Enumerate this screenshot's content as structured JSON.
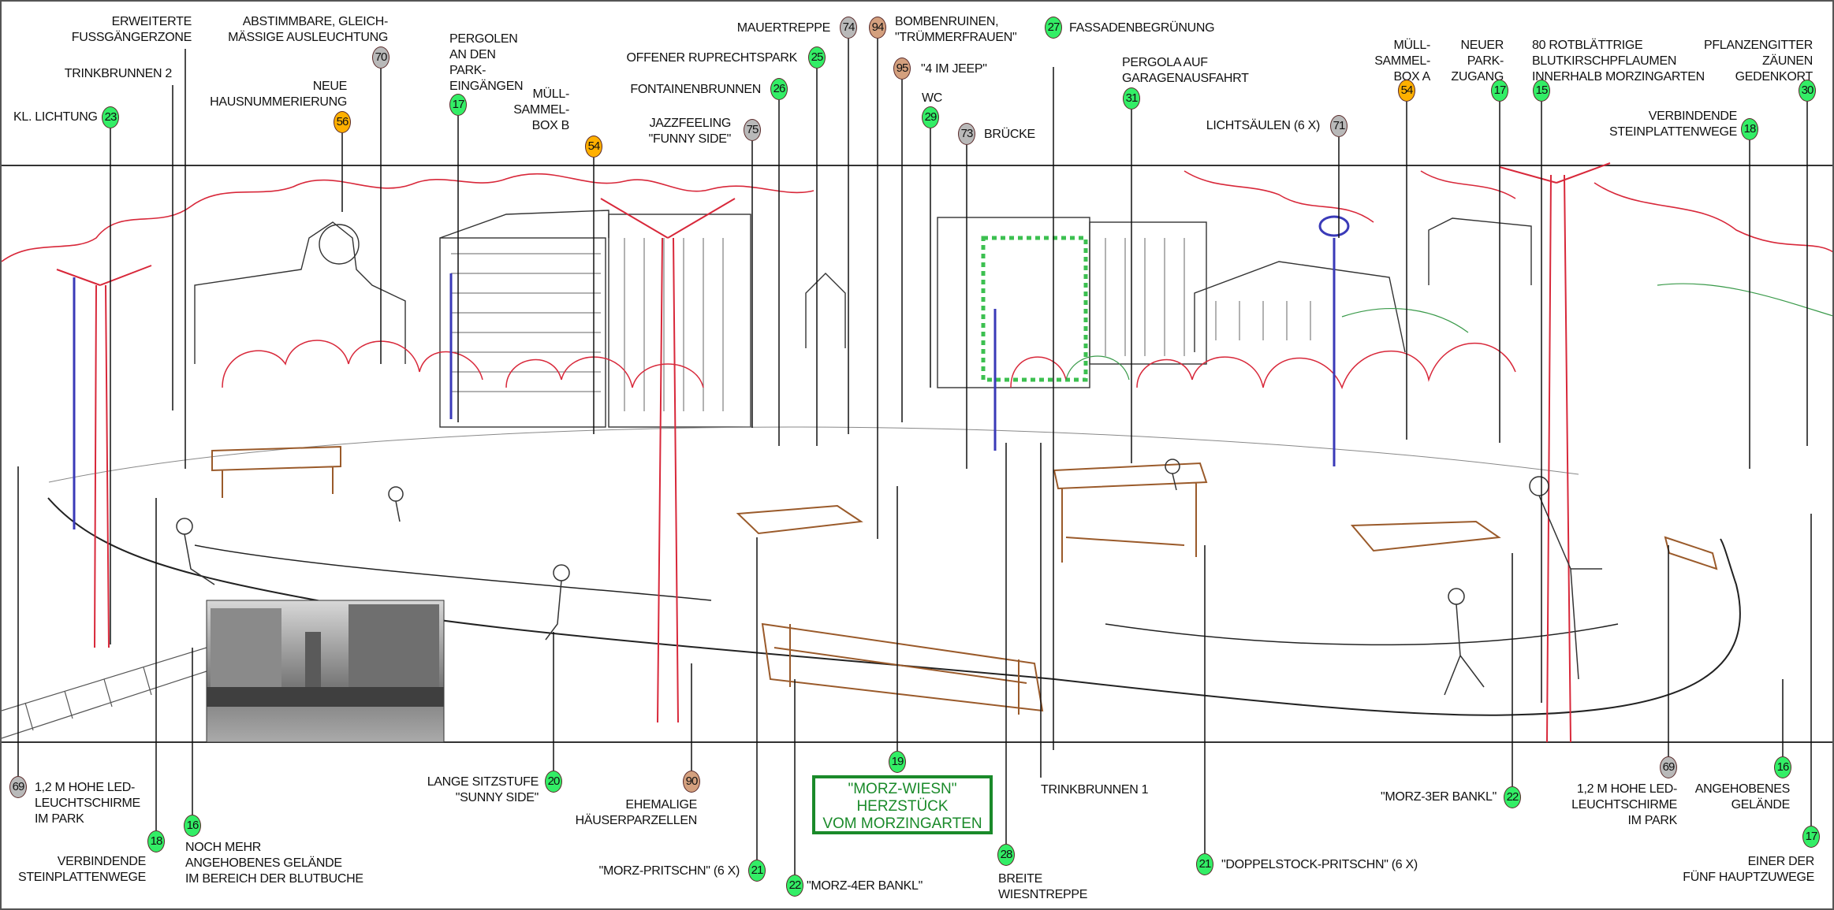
{
  "colors": {
    "green": "#33ee66",
    "orange": "#ffb000",
    "gray": "#b9b9b9",
    "brown": "#d4a07e",
    "highlight": "#1a8a2a",
    "tree": "#d8283a",
    "lamp": "#3a3ab8",
    "wood": "#9a5a2a"
  },
  "top": [
    {
      "text": "ERWEITERTE\nFUSSGÄNGERZONE"
    },
    {
      "text": "TRINKBRUNNEN  2"
    },
    {
      "num": "23",
      "color": "green",
      "text": "KL. LICHTUNG"
    },
    {
      "num": "70",
      "color": "gray",
      "text": "ABSTIMMBARE, GLEICH-\nMÄSSIGE  AUSLEUCHTUNG"
    },
    {
      "num": "56",
      "color": "orange",
      "text": "NEUE\nHAUSNUMMERIERUNG"
    },
    {
      "num": "17",
      "color": "green",
      "text": "PERGOLEN\nAN  DEN\nPARK-\nEINGÄNGEN"
    },
    {
      "num": "54",
      "color": "orange",
      "text": "MÜLL-\nSAMMEL-\nBOX  B"
    },
    {
      "num": "74",
      "color": "gray",
      "text": "MAUERTREPPE"
    },
    {
      "num": "94",
      "color": "brown",
      "text": "BOMBENRUINEN,\n\"TRÜMMERFRAUEN\""
    },
    {
      "num": "25",
      "color": "green",
      "text": "OFFENER RUPRECHTSPARK"
    },
    {
      "num": "26",
      "color": "green",
      "text": "FONTAINENBRUNNEN"
    },
    {
      "num": "75",
      "color": "gray",
      "text": "JAZZFEELING\n\"FUNNY  SIDE\""
    },
    {
      "num": "95",
      "color": "brown",
      "text": "\"4  IM  JEEP\""
    },
    {
      "num": "29",
      "color": "green",
      "text": "WC"
    },
    {
      "num": "73",
      "color": "gray",
      "text": "BRÜCKE"
    },
    {
      "num": "27",
      "color": "green",
      "text": "FASSADENBEGRÜNUNG"
    },
    {
      "num": "31",
      "color": "green",
      "text": "PERGOLA  AUF\nGARAGENAUSFAHRT"
    },
    {
      "num": "71",
      "color": "gray",
      "text": "LICHTSÄULEN  (6 X)"
    },
    {
      "num": "54",
      "color": "orange",
      "text": "MÜLL-\nSAMMEL-\nBOX  A"
    },
    {
      "num": "17",
      "color": "green",
      "text": "NEUER\nPARK-\nZUGANG"
    },
    {
      "num": "15",
      "color": "green",
      "text": "80 ROTBLÄTTRIGE\nBLUTKIRSCHPFLAUMEN\nINNERHALB MORZINGARTEN"
    },
    {
      "num": "30",
      "color": "green",
      "text": "PFLANZENGITTER\nZÄUNEN\nGEDENKORT"
    },
    {
      "num": "18",
      "color": "green",
      "text": "VERBINDENDE\nSTEINPLATTENWEGE"
    }
  ],
  "bottom": [
    {
      "num": "69",
      "color": "gray",
      "text": "1,2 M  HOHE  LED-\nLEUCHTSCHIRME\nIM  PARK"
    },
    {
      "num": "18",
      "color": "green",
      "text": "VERBINDENDE\nSTEINPLATTENWEGE"
    },
    {
      "num": "16",
      "color": "green",
      "text": "NOCH  MEHR\nANGEHOBENES  GELÄNDE\nIM  BEREICH  DER  BLUTBUCHE"
    },
    {
      "num": "20",
      "color": "green",
      "text": "LANGE SITZSTUFE\n\"SUNNY  SIDE\""
    },
    {
      "num": "90",
      "color": "brown",
      "text": "EHEMALIGE\nHÄUSERPARZELLEN"
    },
    {
      "num": "19",
      "color": "green",
      "text": "\"MORZ-WIESN\"\nHERZSTÜCK\nVOM  MORZINGARTEN"
    },
    {
      "num": "21",
      "color": "green",
      "text": "\"MORZ-PRITSCHN\"  (6 X)"
    },
    {
      "num": "22",
      "color": "green",
      "text": "\"MORZ-4ER  BANKL\""
    },
    {
      "num": "28",
      "color": "green",
      "text": "BREITE\nWIESNTREPPE"
    },
    {
      "text": "TRINKBRUNNEN  1"
    },
    {
      "num": "21",
      "color": "green",
      "text": "\"DOPPELSTOCK-PRITSCHN\"  (6 X)"
    },
    {
      "num": "22",
      "color": "green",
      "text": "\"MORZ-3ER BANKL\""
    },
    {
      "num": "69",
      "color": "gray",
      "text": "1,2 M  HOHE  LED-\nLEUCHTSCHIRME\nIM  PARK"
    },
    {
      "num": "16",
      "color": "green",
      "text": "ANGEHOBENES\nGELÄNDE"
    },
    {
      "num": "17",
      "color": "green",
      "text": "EINER  DER\nFÜNF  HAUPTZUWEGE"
    }
  ]
}
